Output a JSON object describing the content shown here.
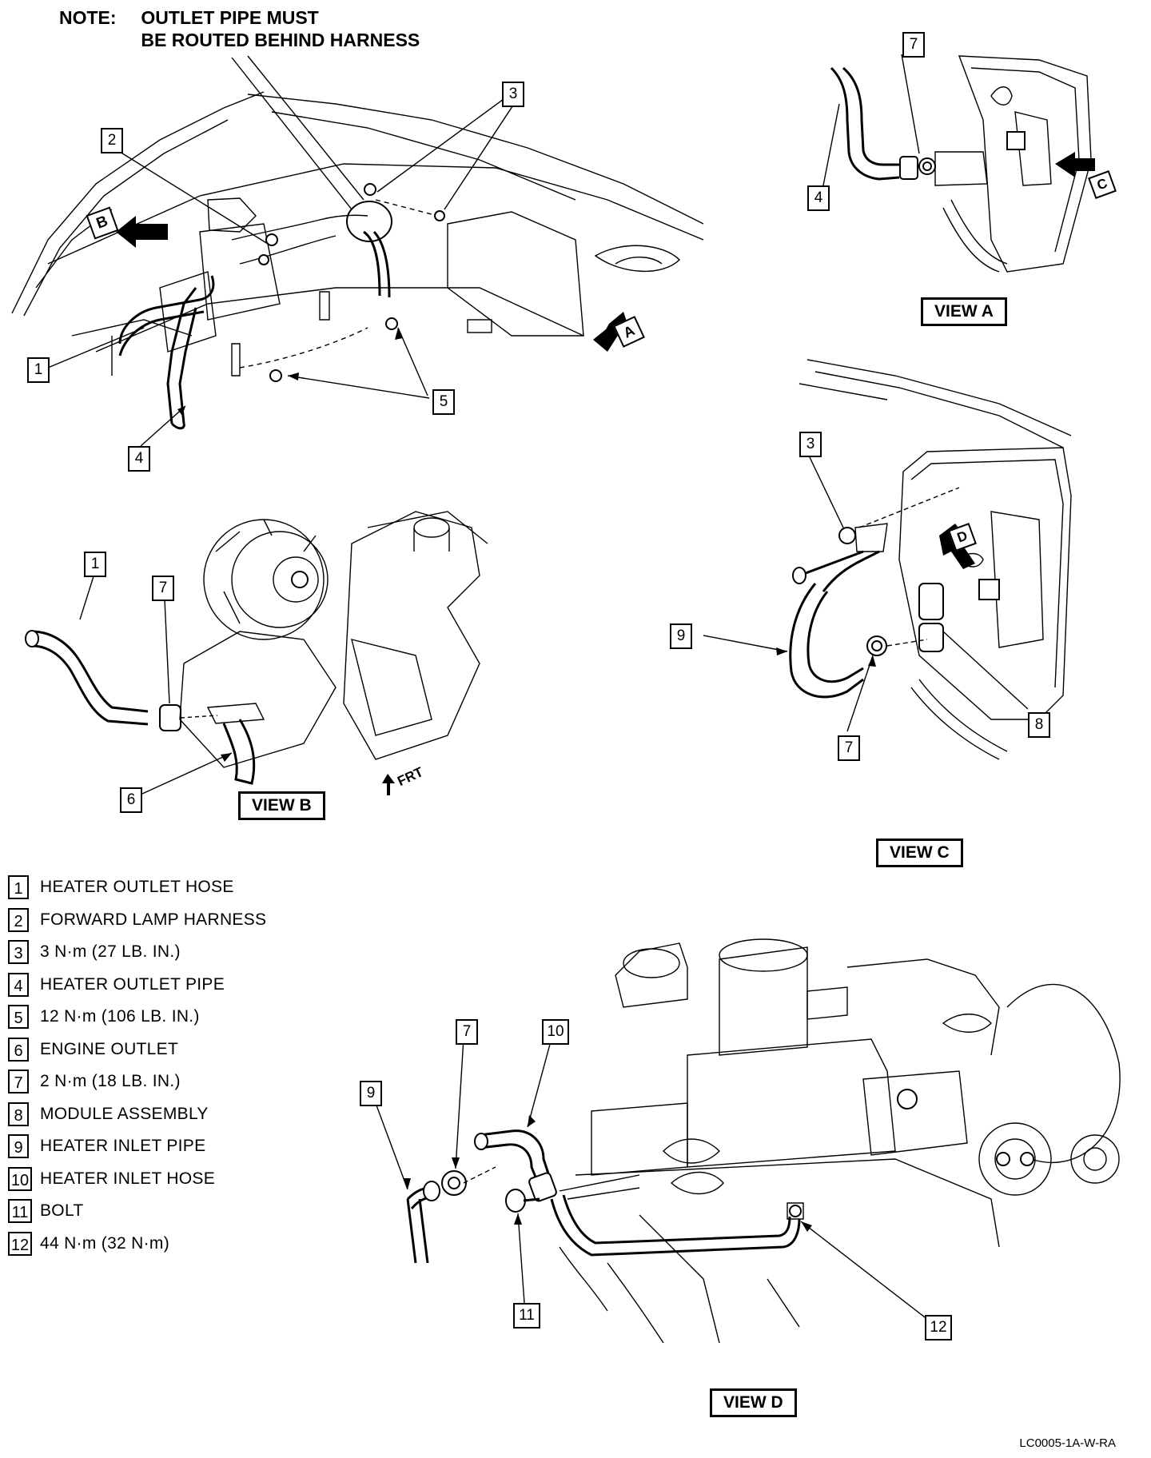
{
  "note": {
    "label": "NOTE:",
    "line1": "OUTLET PIPE MUST",
    "line2": "BE ROUTED BEHIND HARNESS"
  },
  "views": {
    "a": "VIEW A",
    "b": "VIEW B",
    "c": "VIEW C",
    "d": "VIEW D"
  },
  "view_arrows": {
    "a": "A",
    "b": "B",
    "c": "C",
    "d": "D"
  },
  "frt_label": "FRT",
  "callouts": {
    "main_1": "1",
    "main_2": "2",
    "main_3": "3",
    "main_4": "4",
    "main_5": "5",
    "a_4": "4",
    "a_7": "7",
    "b_1": "1",
    "b_6": "6",
    "b_7": "7",
    "c_3": "3",
    "c_7": "7",
    "c_8": "8",
    "c_9": "9",
    "d_7": "7",
    "d_9": "9",
    "d_10": "10",
    "d_11": "11",
    "d_12": "12"
  },
  "legend": [
    {
      "num": "1",
      "text": "HEATER OUTLET HOSE"
    },
    {
      "num": "2",
      "text": "FORWARD LAMP HARNESS"
    },
    {
      "num": "3",
      "text": "3 N·m (27 LB. IN.)"
    },
    {
      "num": "4",
      "text": "HEATER OUTLET PIPE"
    },
    {
      "num": "5",
      "text": "12 N·m (106 LB. IN.)"
    },
    {
      "num": "6",
      "text": "ENGINE OUTLET"
    },
    {
      "num": "7",
      "text": "2 N·m (18 LB. IN.)"
    },
    {
      "num": "8",
      "text": "MODULE ASSEMBLY"
    },
    {
      "num": "9",
      "text": "HEATER INLET PIPE"
    },
    {
      "num": "10",
      "text": "HEATER INLET HOSE"
    },
    {
      "num": "11",
      "text": "BOLT"
    },
    {
      "num": "12",
      "text": "44 N·m (32 N·m)"
    }
  ],
  "figure_code": "LC0005-1A-W-RA"
}
